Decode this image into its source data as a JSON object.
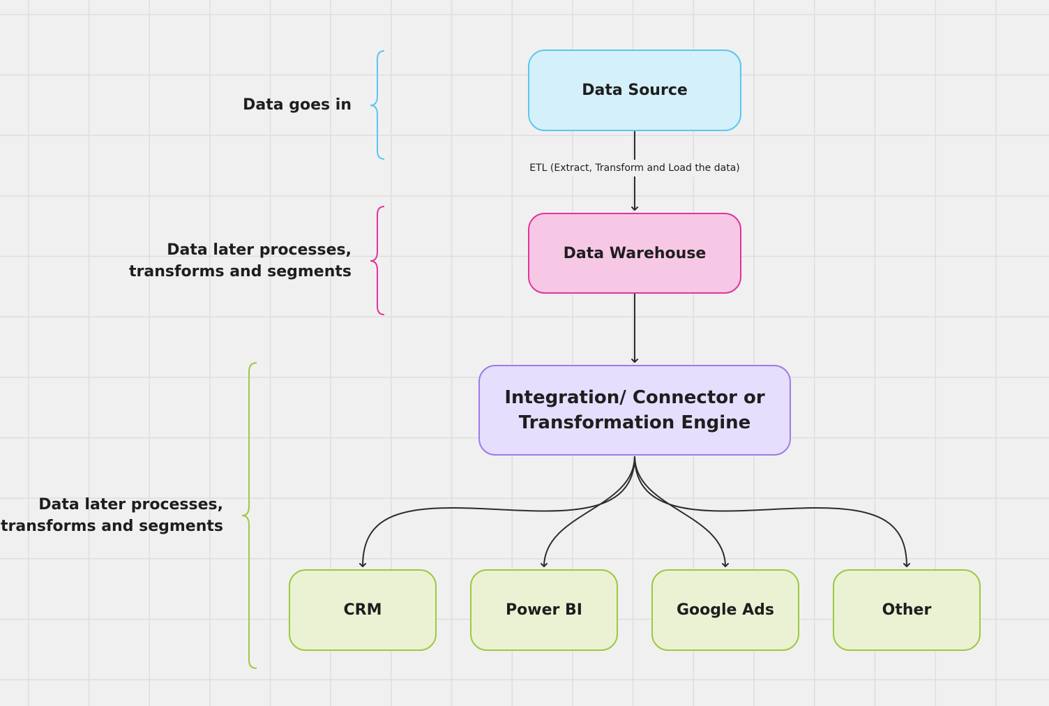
{
  "nodes": {
    "data_source": "Data Source",
    "data_warehouse": "Data Warehouse",
    "engine": "Integration/ Connector or Transformation Engine",
    "crm": "CRM",
    "power_bi": "Power BI",
    "google_ads": "Google Ads",
    "other": "Other"
  },
  "edges": {
    "etl_label": "ETL (Extract, Transform and Load the data)"
  },
  "brackets": {
    "data_in": "Data goes in",
    "warehouse_stage": "Data later processes, transforms and segments",
    "output_stage": "Data later processes, transforms and segments"
  },
  "colors": {
    "canvas": "#f0f0f0",
    "grid": "#dedede",
    "source_fill": "#d4f0fa",
    "source_border": "#5bc7ef",
    "warehouse_fill": "#f7c8e6",
    "warehouse_border": "#e0349a",
    "engine_fill": "#e6defd",
    "engine_border": "#9d7be6",
    "leaf_fill": "#ebf2d4",
    "leaf_border": "#9cc93f",
    "connector": "#2b2b2b"
  }
}
